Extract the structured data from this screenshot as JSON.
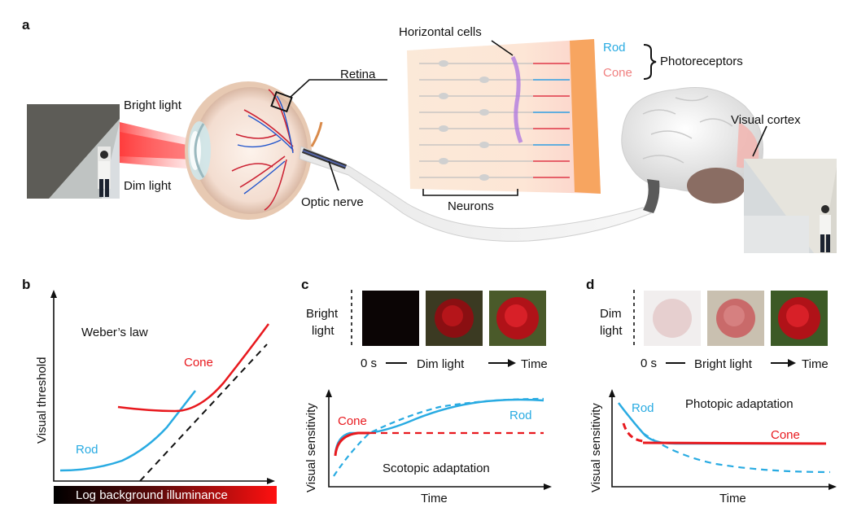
{
  "panels": {
    "a": {
      "letter": "a",
      "labels": {
        "bright_light": "Bright light",
        "dim_light": "Dim light",
        "retina": "Retina",
        "optic_nerve": "Optic nerve",
        "horizontal_cells": "Horizontal cells",
        "neurons": "Neurons",
        "rod": "Rod",
        "cone": "Cone",
        "photoreceptors": "Photoreceptors",
        "visual_cortex": "Visual cortex"
      }
    },
    "b": {
      "letter": "b",
      "ylabel": "Visual threshold",
      "xlabel": "Log background illuminance",
      "annotation": "Weber’s law",
      "rod_label": "Rod",
      "cone_label": "Cone"
    },
    "c": {
      "letter": "c",
      "condition": "Bright light",
      "time_start": "0 s",
      "light_label": "Dim light",
      "time_label": "Time",
      "ylabel": "Visual sensitivity",
      "xlabel": "Time",
      "cone_label": "Cone",
      "rod_label": "Rod",
      "title": "Scotopic adaptation"
    },
    "d": {
      "letter": "d",
      "condition": "Dim light",
      "time_start": "0 s",
      "light_label": "Bright light",
      "time_label": "Time",
      "ylabel": "Visual sensitivity",
      "xlabel": "Time",
      "rod_label": "Rod",
      "cone_label": "Cone",
      "title": "Photopic adaptation"
    }
  },
  "colors": {
    "rod": "#29abe2",
    "cone": "#e8191e",
    "rod_cell": "#4fb3e8",
    "cone_cell": "#f08080",
    "cone_segment": "#f58a3c"
  },
  "icons": [
    "eye-illustration",
    "retina-layers-illustration",
    "brain-illustration",
    "person-photo",
    "rose-photo"
  ]
}
